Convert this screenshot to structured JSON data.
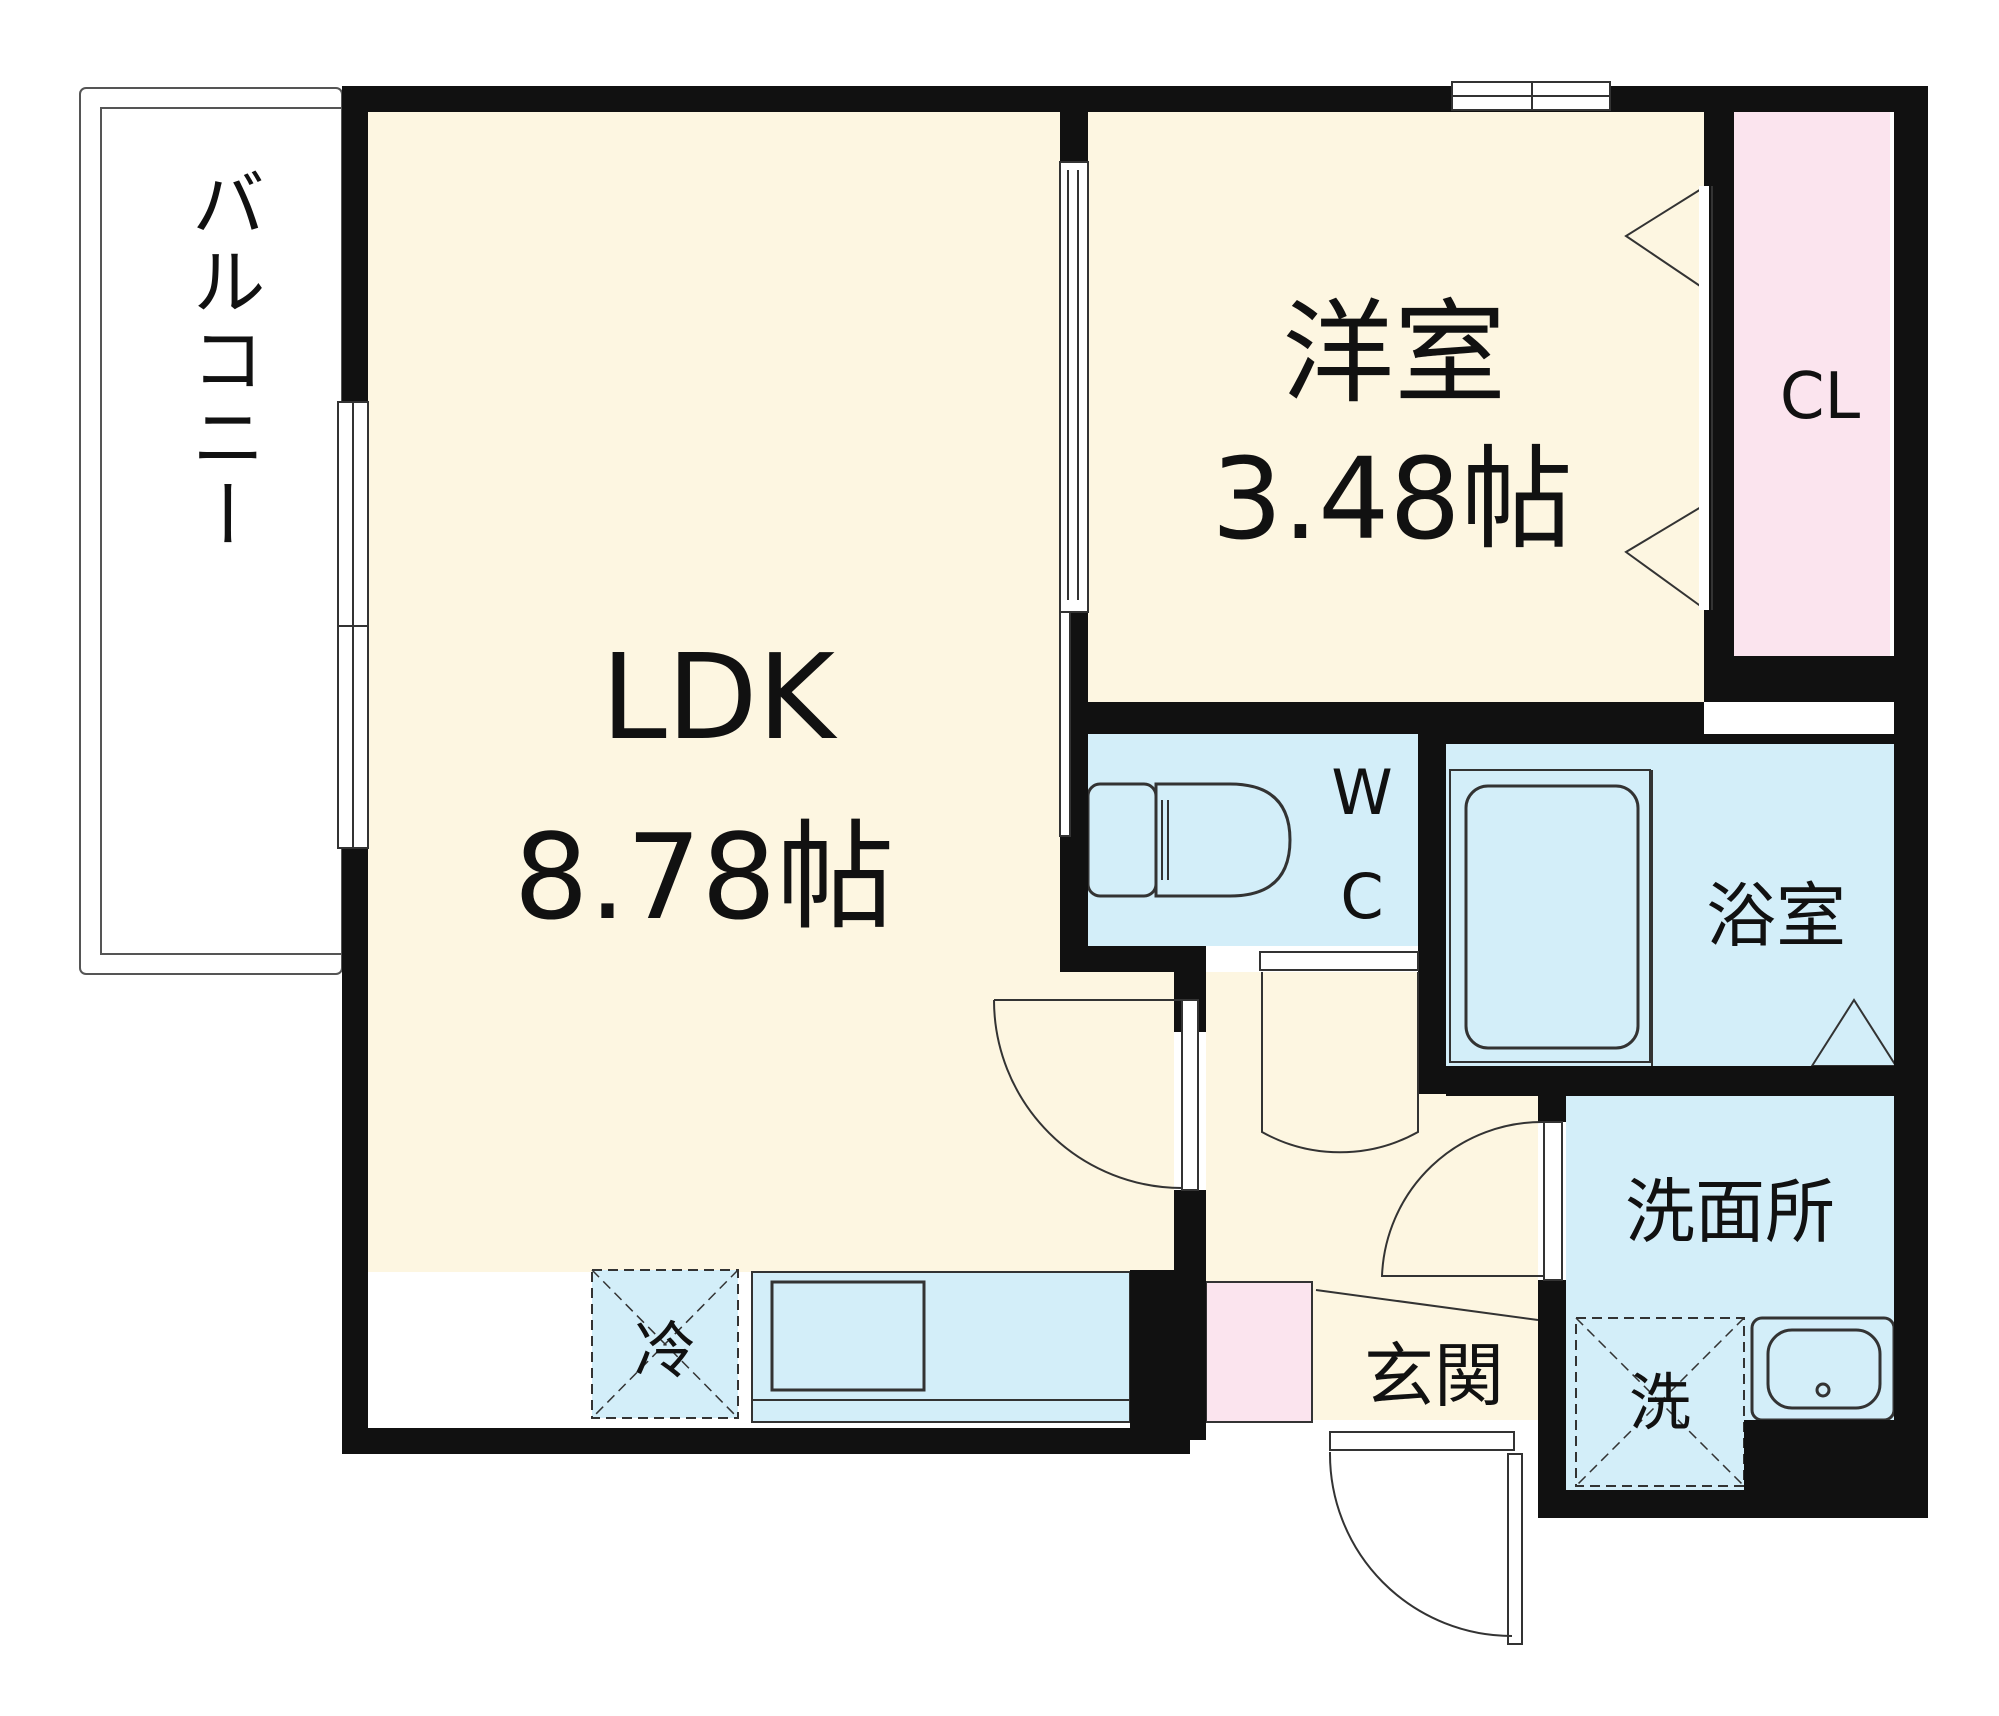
{
  "rooms": {
    "ldk": {
      "name": "LDK",
      "size": "8.78帖"
    },
    "western_room": {
      "name": "洋室",
      "size": "3.48帖"
    },
    "closet": {
      "name": "CL"
    },
    "toilet": {
      "name_line1": "W",
      "name_line2": "C"
    },
    "bathroom": {
      "name": "浴室"
    },
    "washroom": {
      "name": "洗面所"
    },
    "entrance": {
      "name": "玄関"
    },
    "balcony": {
      "name": "バルコニー"
    }
  },
  "fixtures": {
    "fridge": "冷",
    "washer": "洗"
  },
  "colors": {
    "wall": "#111111",
    "living_floor": "#fdf6e1",
    "wet_area": "#d3eef9",
    "closet": "#fbe4ee",
    "balcony": "#ffffff"
  }
}
